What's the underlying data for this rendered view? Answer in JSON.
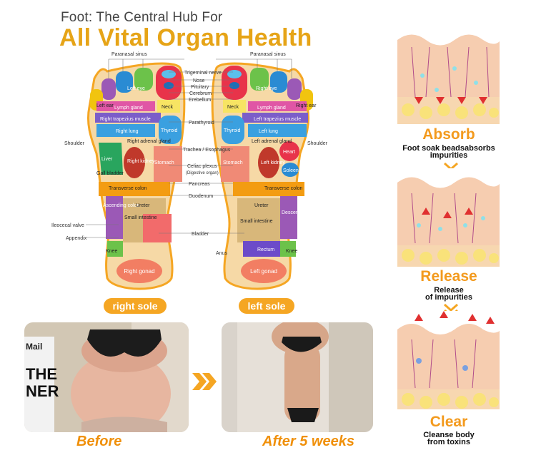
{
  "header": {
    "subtitle": "Foot: The Central Hub For",
    "title": "All Vital Organ Health"
  },
  "foot_chart": {
    "right_sole_label": "right sole",
    "left_sole_label": "left sole",
    "right_foot_labels": [
      "Left ear",
      "Left eye",
      "Lymph gland",
      "Right trapezius muscle",
      "Right lung",
      "Right adrenal gland",
      "Liver",
      "Right kidney",
      "Gall bladder",
      "Transverse colon",
      "Ascending colon",
      "Small intestine",
      "Ureter",
      "Stomach",
      "Neck",
      "Thyroid",
      "Right gonad",
      "Knee"
    ],
    "left_foot_labels": [
      "Right eye",
      "Right ear",
      "Neck",
      "Thyroid",
      "Lymph gland",
      "Left trapezius muscle",
      "Left lung",
      "Left adrenal gland",
      "Heart",
      "Stomach",
      "Left kidney",
      "Soleen",
      "Transverse colon",
      "Ureter",
      "Descending colon",
      "Small intestine",
      "Rectum",
      "Left gonad",
      "Knee"
    ],
    "left_outside_labels": [
      "Shoulder",
      "Ileocecal valve",
      "Appendix"
    ],
    "center_labels": [
      "Paranasal sinus",
      "Trigeminal nerve",
      "Nose",
      "Pituitary",
      "Cerebrum",
      "Erebellum",
      "Parathyroid",
      "Trachea / Esophagus",
      "Celiac plexus",
      "(Digestive organ)",
      "Pancreas",
      "Duodenum",
      "Bladder"
    ],
    "right_outside_labels": [
      "Paranasal sinus",
      "Shoulder",
      "Anus"
    ]
  },
  "photos": {
    "before_label": "Before",
    "after_label": "After 5 weeks",
    "newspaper_before_text": "Mail",
    "newspaper_before_headline_1": "THE",
    "newspaper_before_headline_2": "NER"
  },
  "stages": [
    {
      "title": "Absorb",
      "desc_line1": "Foot soak beadsabsorbs",
      "desc_line2": "impurities"
    },
    {
      "title": "Release",
      "desc_line1": "Release",
      "desc_line2": "of impurities"
    },
    {
      "title": "Clear",
      "desc_line1": "Cleanse body",
      "desc_line2": "from toxins"
    }
  ],
  "colors": {
    "accent_orange": "#f5a623",
    "title_gold": "#e6a417",
    "caption_orange": "#f0900a"
  }
}
